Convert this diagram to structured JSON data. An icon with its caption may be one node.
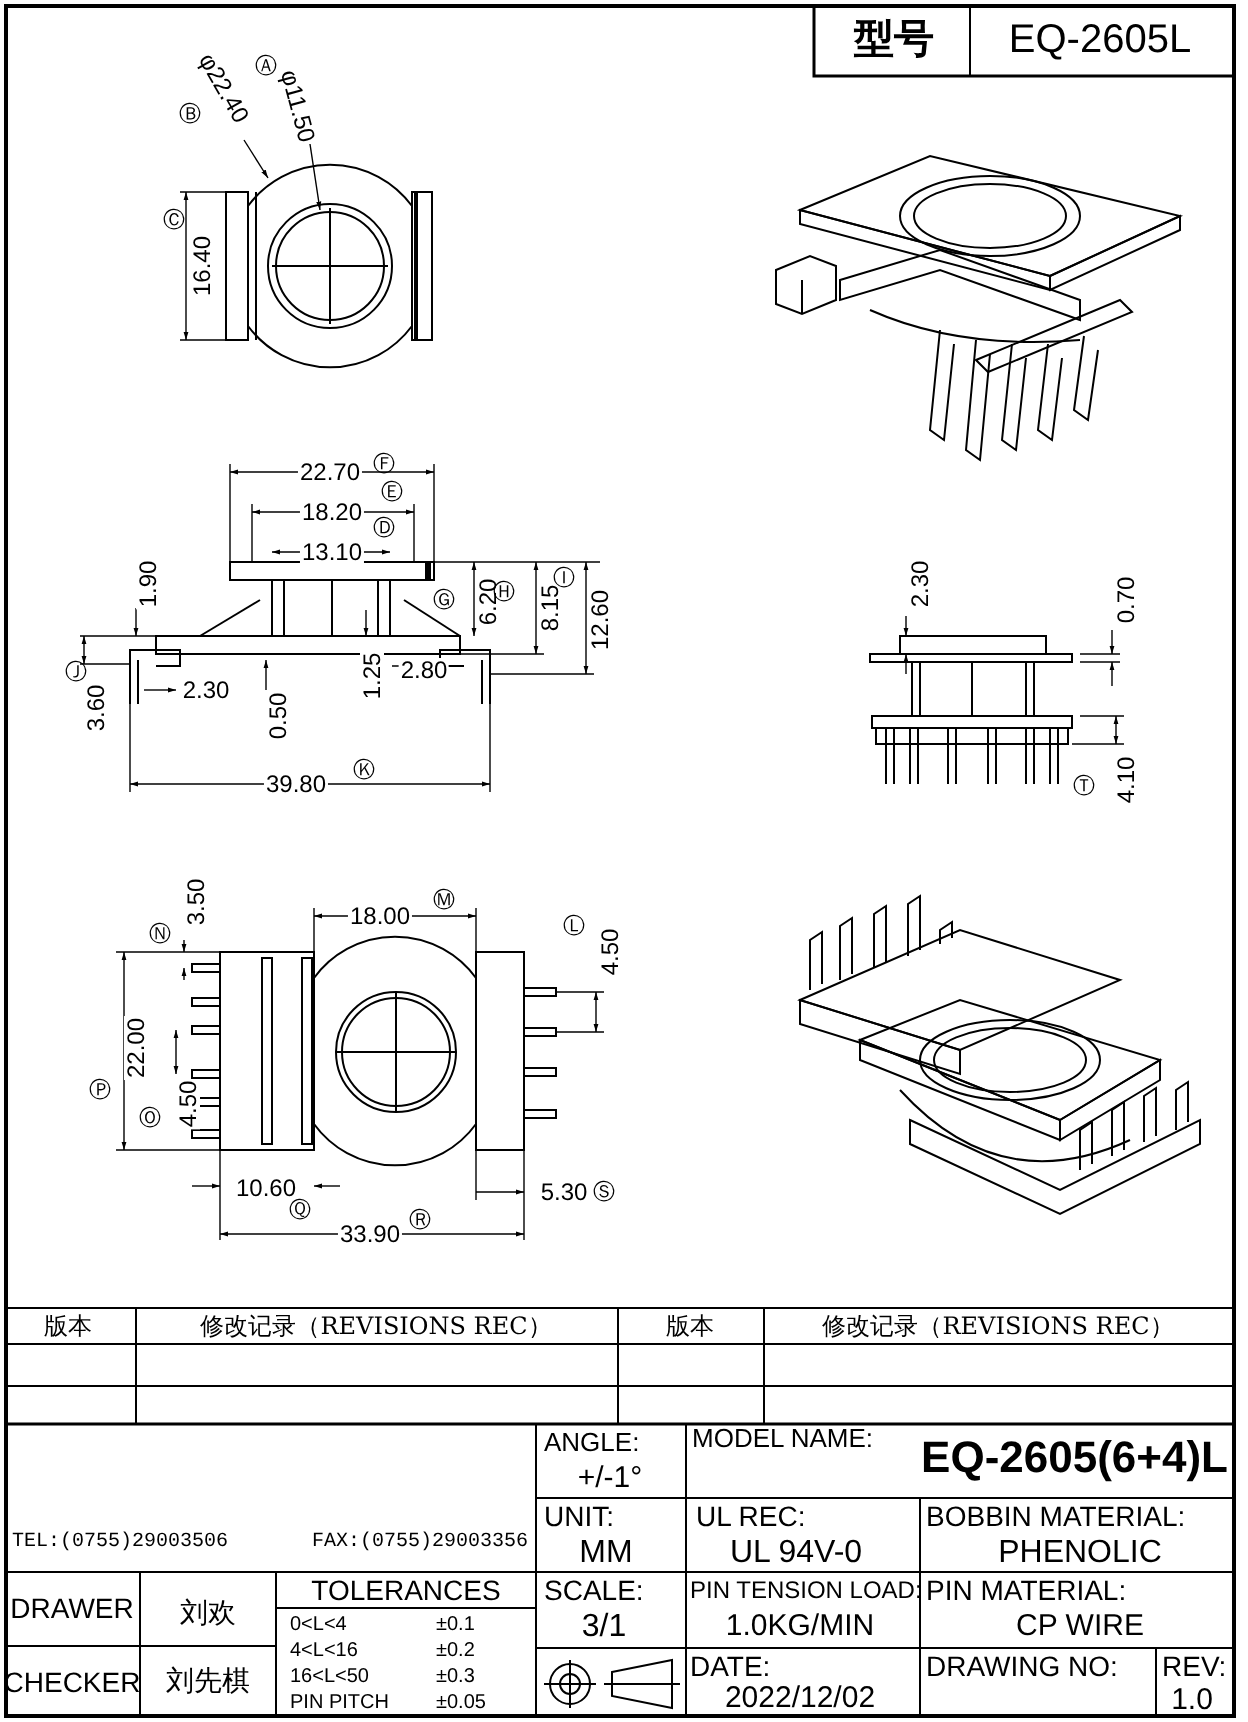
{
  "diagram": {
    "labels": [
      "型号",
      "EQ-2605L",
      "Ⓐ",
      "φ11.50",
      "Ⓑ",
      "φ22.40",
      "Ⓒ",
      "16.40",
      "22.70",
      "Ⓕ",
      "18.20",
      "Ⓔ",
      "13.10",
      "Ⓓ",
      "1.90",
      "Ⓖ",
      "6.20",
      "Ⓗ",
      "8.15",
      "Ⓘ",
      "12.60",
      "Ⓙ",
      "3.60",
      "2.30",
      "2.80",
      "0.50",
      "1.25",
      "39.80",
      "Ⓚ",
      "2.30",
      "0.70",
      "Ⓣ",
      "4.10",
      "18.00",
      "Ⓜ",
      "Ⓝ",
      "3.50",
      "Ⓛ",
      "4.50",
      "Ⓟ",
      "22.00",
      "Ⓞ",
      "4.50",
      "10.60",
      "Ⓠ",
      "5.30",
      "Ⓢ",
      "33.90",
      "Ⓡ",
      "版本",
      "修改记录（REVISIONS REC）",
      "版本",
      "修改记录（REVISIONS REC）",
      "TEL:(0755)29003506",
      "FAX:(0755)29003356",
      "ANGLE:",
      "+/-1°",
      "MODEL NAME:",
      "EQ-2605(6+4)L",
      "UNIT:",
      "MM",
      "UL REC:",
      "UL 94V-0",
      "BOBBIN MATERIAL:",
      "PHENOLIC",
      "DRAWER",
      "刘欢",
      "TOLERANCES",
      "SCALE:",
      "3/1",
      "PIN TENSION LOAD:",
      "1.0KG/MIN",
      "PIN MATERIAL:",
      "CP WIRE",
      "0<L<4",
      "±0.1",
      "4<L<16",
      "±0.2",
      "CHECKER",
      "刘先棋",
      "16<L<50",
      "±0.3",
      "PIN PITCH",
      "±0.05",
      "DATE:",
      "2022/12/02",
      "DRAWING NO:",
      "REV:",
      "1.0"
    ]
  }
}
